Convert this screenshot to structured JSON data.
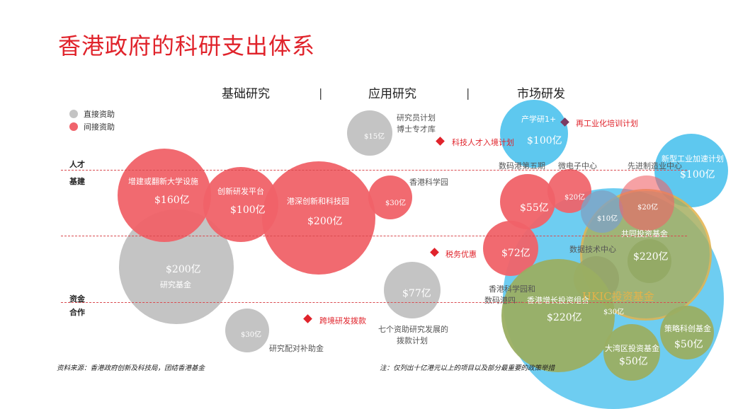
{
  "title": "香港政府的科研支出体系",
  "columns": [
    "基础研究",
    "应用研究",
    "市场研发"
  ],
  "separator": "|",
  "legend": [
    {
      "label": "直接资助",
      "color": "#c4c4c4"
    },
    {
      "label": "间接资助",
      "color": "#f0646c"
    }
  ],
  "rows": [
    "人才",
    "基建",
    "资金",
    "合作"
  ],
  "colors": {
    "direct": "#c4c4c4",
    "indirect": "#f06268",
    "blue": "#5ec8ef",
    "green": "#9aae62",
    "gold": "#e4b24a",
    "accent": "#e0232b",
    "purple": "#7b3b63"
  },
  "bubbles": {
    "univ": {
      "label": "增建或翻新大学设施",
      "value": "$160亿"
    },
    "innov": {
      "label": "创新研发平台",
      "value": "$100亿"
    },
    "hkstp": {
      "label": "港深创新和科技园",
      "value": "$200亿"
    },
    "sp30": {
      "value": "$30亿"
    },
    "rf200": {
      "label": "研究基金",
      "value": "$200亿"
    },
    "rp15": {
      "value": "$15亿"
    },
    "g77": {
      "value": "$77亿"
    },
    "m30": {
      "value": "$30亿"
    },
    "cp55": {
      "value": "$55亿"
    },
    "m20": {
      "value": "$20亿"
    },
    "i72": {
      "value": "$72亿"
    },
    "b20": {
      "value": "$20亿"
    },
    "am10": {
      "value": "$10亿"
    },
    "ind100": {
      "label": "产学研1+",
      "value": "$100亿"
    },
    "nind100": {
      "label": "新型工业加速计划",
      "value": "$100亿"
    },
    "co220": {
      "label": "共同投资基金",
      "value": "$220亿"
    },
    "gi220": {
      "label": "香港增长投资组合",
      "value": "$220亿"
    },
    "hkic": {
      "label": "HKIC投资基金",
      "value": "$30亿"
    },
    "sf50": {
      "label": "策略科创基金",
      "value": "$50亿"
    },
    "gba50": {
      "label": "大湾区投资基金",
      "value": "$50亿"
    }
  },
  "labels": {
    "rp_a": "研究员计划",
    "rp_b": "博士专才库",
    "sp": "香港科学园",
    "g7_a": "七个资助研究发展的",
    "g7_b": "拨款计划",
    "match": "研究配对补助金",
    "cyber": "数码港第五期",
    "micro": "微电子中心",
    "adv": "先进制造业中心",
    "data": "数据技术中心",
    "hksp_a": "香港科学园和",
    "hksp_b": "数码港四..."
  },
  "policies": [
    "科技人才入境计划",
    "税务优惠",
    "跨境研发拨款",
    "再工业化培训计划"
  ],
  "footer": {
    "source": "资料来源：香港政府创新及科技局，团结香港基金",
    "note": "注：仅列出十亿港元以上的项目以及部分最重要的政策举措"
  }
}
